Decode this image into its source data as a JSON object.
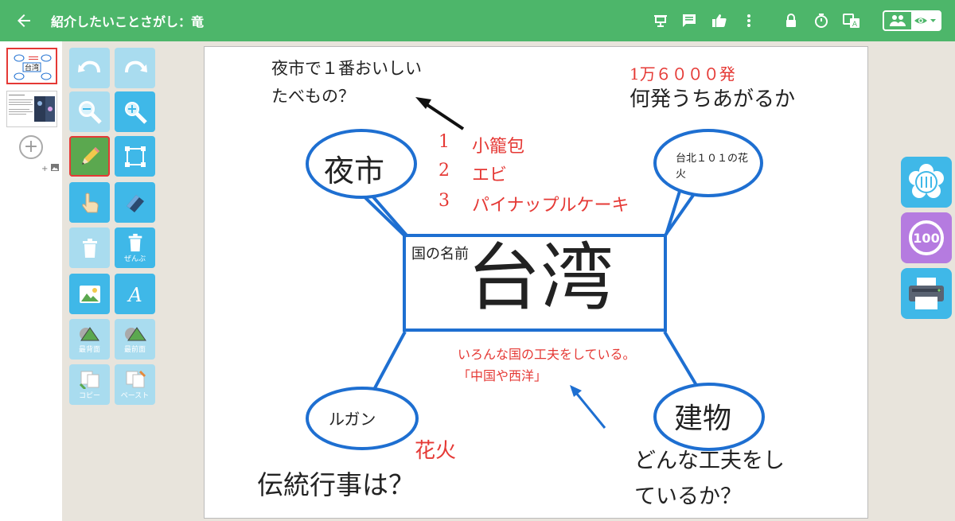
{
  "header": {
    "title": "紹介したいことさがし：竜",
    "icons": [
      "back-arrow-icon",
      "presenter-icon",
      "comment-icon",
      "thumbs-up-icon",
      "more-vert-icon",
      "lock-icon",
      "timer-icon",
      "translate-icon",
      "group-icon",
      "eye-icon"
    ]
  },
  "slides": {
    "thumb1_text": "台湾",
    "add_image_label": "+"
  },
  "toolbar": {
    "delete_all": "ぜんぶ",
    "send_back": "最背面",
    "bring_front": "最前面",
    "copy": "コピー",
    "paste": "ペースト"
  },
  "canvas": {
    "country_label": "国の名前",
    "country_name": "台湾",
    "night_market": "夜市",
    "fireworks_bubble_line1": "台北１０１の花",
    "fireworks_bubble_line2": "火",
    "rugan": "ルガン",
    "building": "建物",
    "question_food_line1": "夜市で１番おいしい",
    "question_food_line2": "たべもの？",
    "answer_count": "1万６０００発",
    "question_count": "何発うちあがるか",
    "food_list": [
      {
        "num": "1",
        "item": "小籠包"
      },
      {
        "num": "2",
        "item": "エビ"
      },
      {
        "num": "3",
        "item": "パイナップルケーキ"
      }
    ],
    "note_line1": "いろんな国の工夫をしている。",
    "note_line2": "「中国や西洋」",
    "hanabi": "花火",
    "question_event": "伝統行事は？",
    "question_build_line1": "どんな工夫をし",
    "question_build_line2": "ているか？"
  },
  "right_panel": {
    "badge_100": "100"
  },
  "colors": {
    "header": "#4db66a",
    "accent_blue": "#1e6fd1",
    "red_text": "#e53935",
    "tool_blue": "#3fb8e8",
    "purple": "#b57be0"
  }
}
